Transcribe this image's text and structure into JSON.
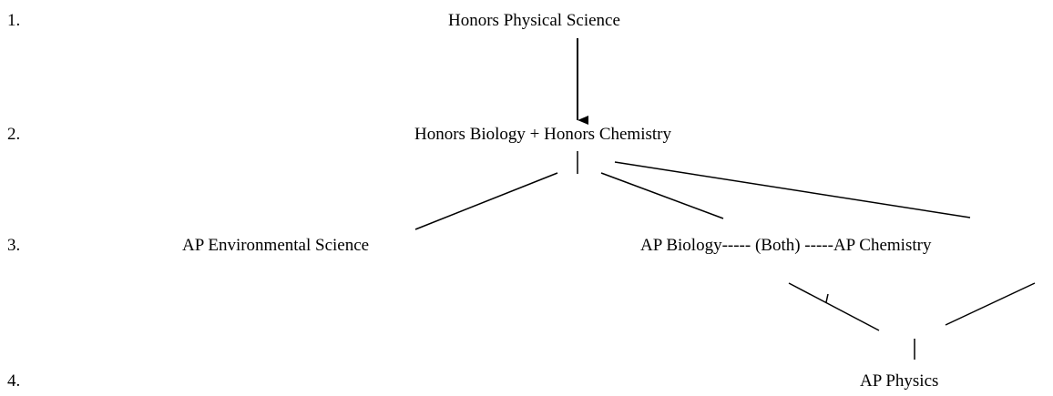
{
  "levels": [
    {
      "number": "1."
    },
    {
      "number": "2."
    },
    {
      "number": "3."
    },
    {
      "number": "4."
    }
  ],
  "courses": {
    "honors_physical_science": "Honors Physical Science",
    "honors_bio_chem": "Honors Biology + Honors Chemistry",
    "ap_environmental_science": "AP Environmental Science",
    "ap_bio_both_chem": "AP Biology----- (Both) -----AP Chemistry",
    "ap_physics": "AP Physics"
  },
  "colors": {
    "line": "#000000",
    "text": "#000000"
  }
}
